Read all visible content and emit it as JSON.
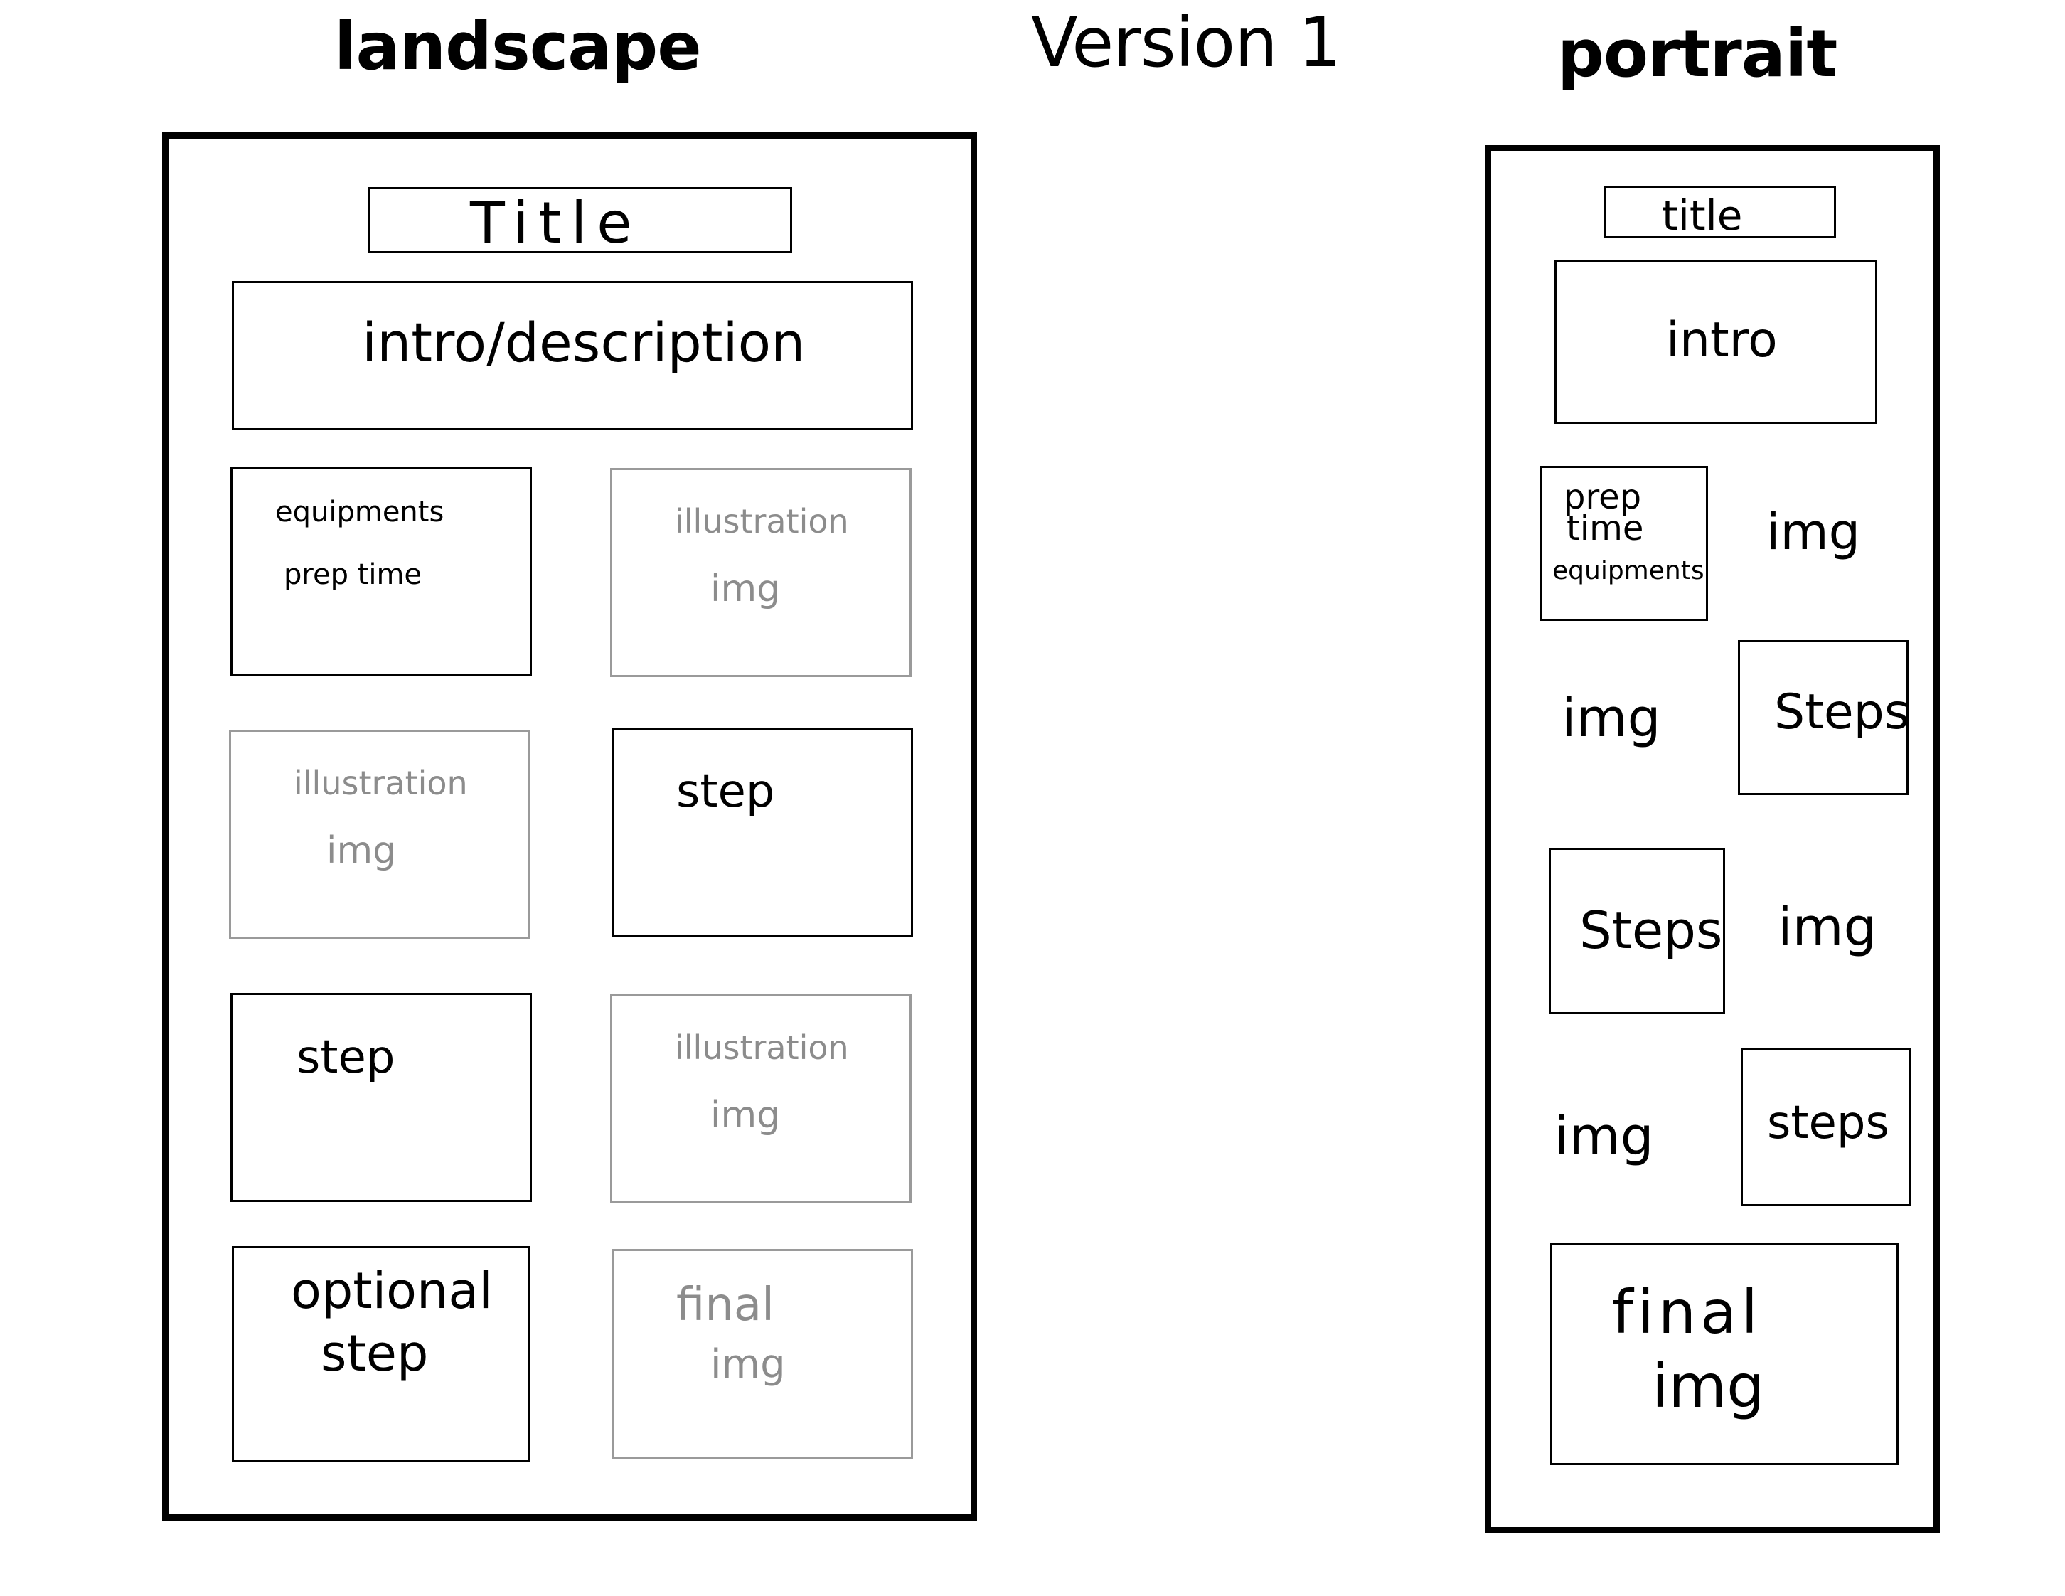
{
  "headings": {
    "landscape": "landscape",
    "version": "Version 1",
    "portrait": "portrait"
  },
  "landscape": {
    "title": "Title",
    "intro": "intro/description",
    "equip_line1": "equipments",
    "equip_line2": "prep time",
    "illus1_line1": "illustration",
    "illus1_line2": "img",
    "illus2_line1": "illustration",
    "illus2_line2": "img",
    "step1": "step",
    "step2": "step",
    "illus3_line1": "illustration",
    "illus3_line2": "img",
    "optional_line1": "optional",
    "optional_line2": "step",
    "final_line1": "final",
    "final_line2": "img"
  },
  "portrait": {
    "title": "title",
    "intro": "intro",
    "prep_line1": "prep",
    "prep_line2": "time",
    "prep_line3": "equipments",
    "img1": "img",
    "img2": "img",
    "steps1": "Steps",
    "steps2": "Steps",
    "img3": "img",
    "img4": "img",
    "steps3": "steps",
    "final_line1": "final",
    "final_line2": "img"
  },
  "colors": {
    "ink": "#000000",
    "pencil_gray": "#8c8c8c"
  }
}
